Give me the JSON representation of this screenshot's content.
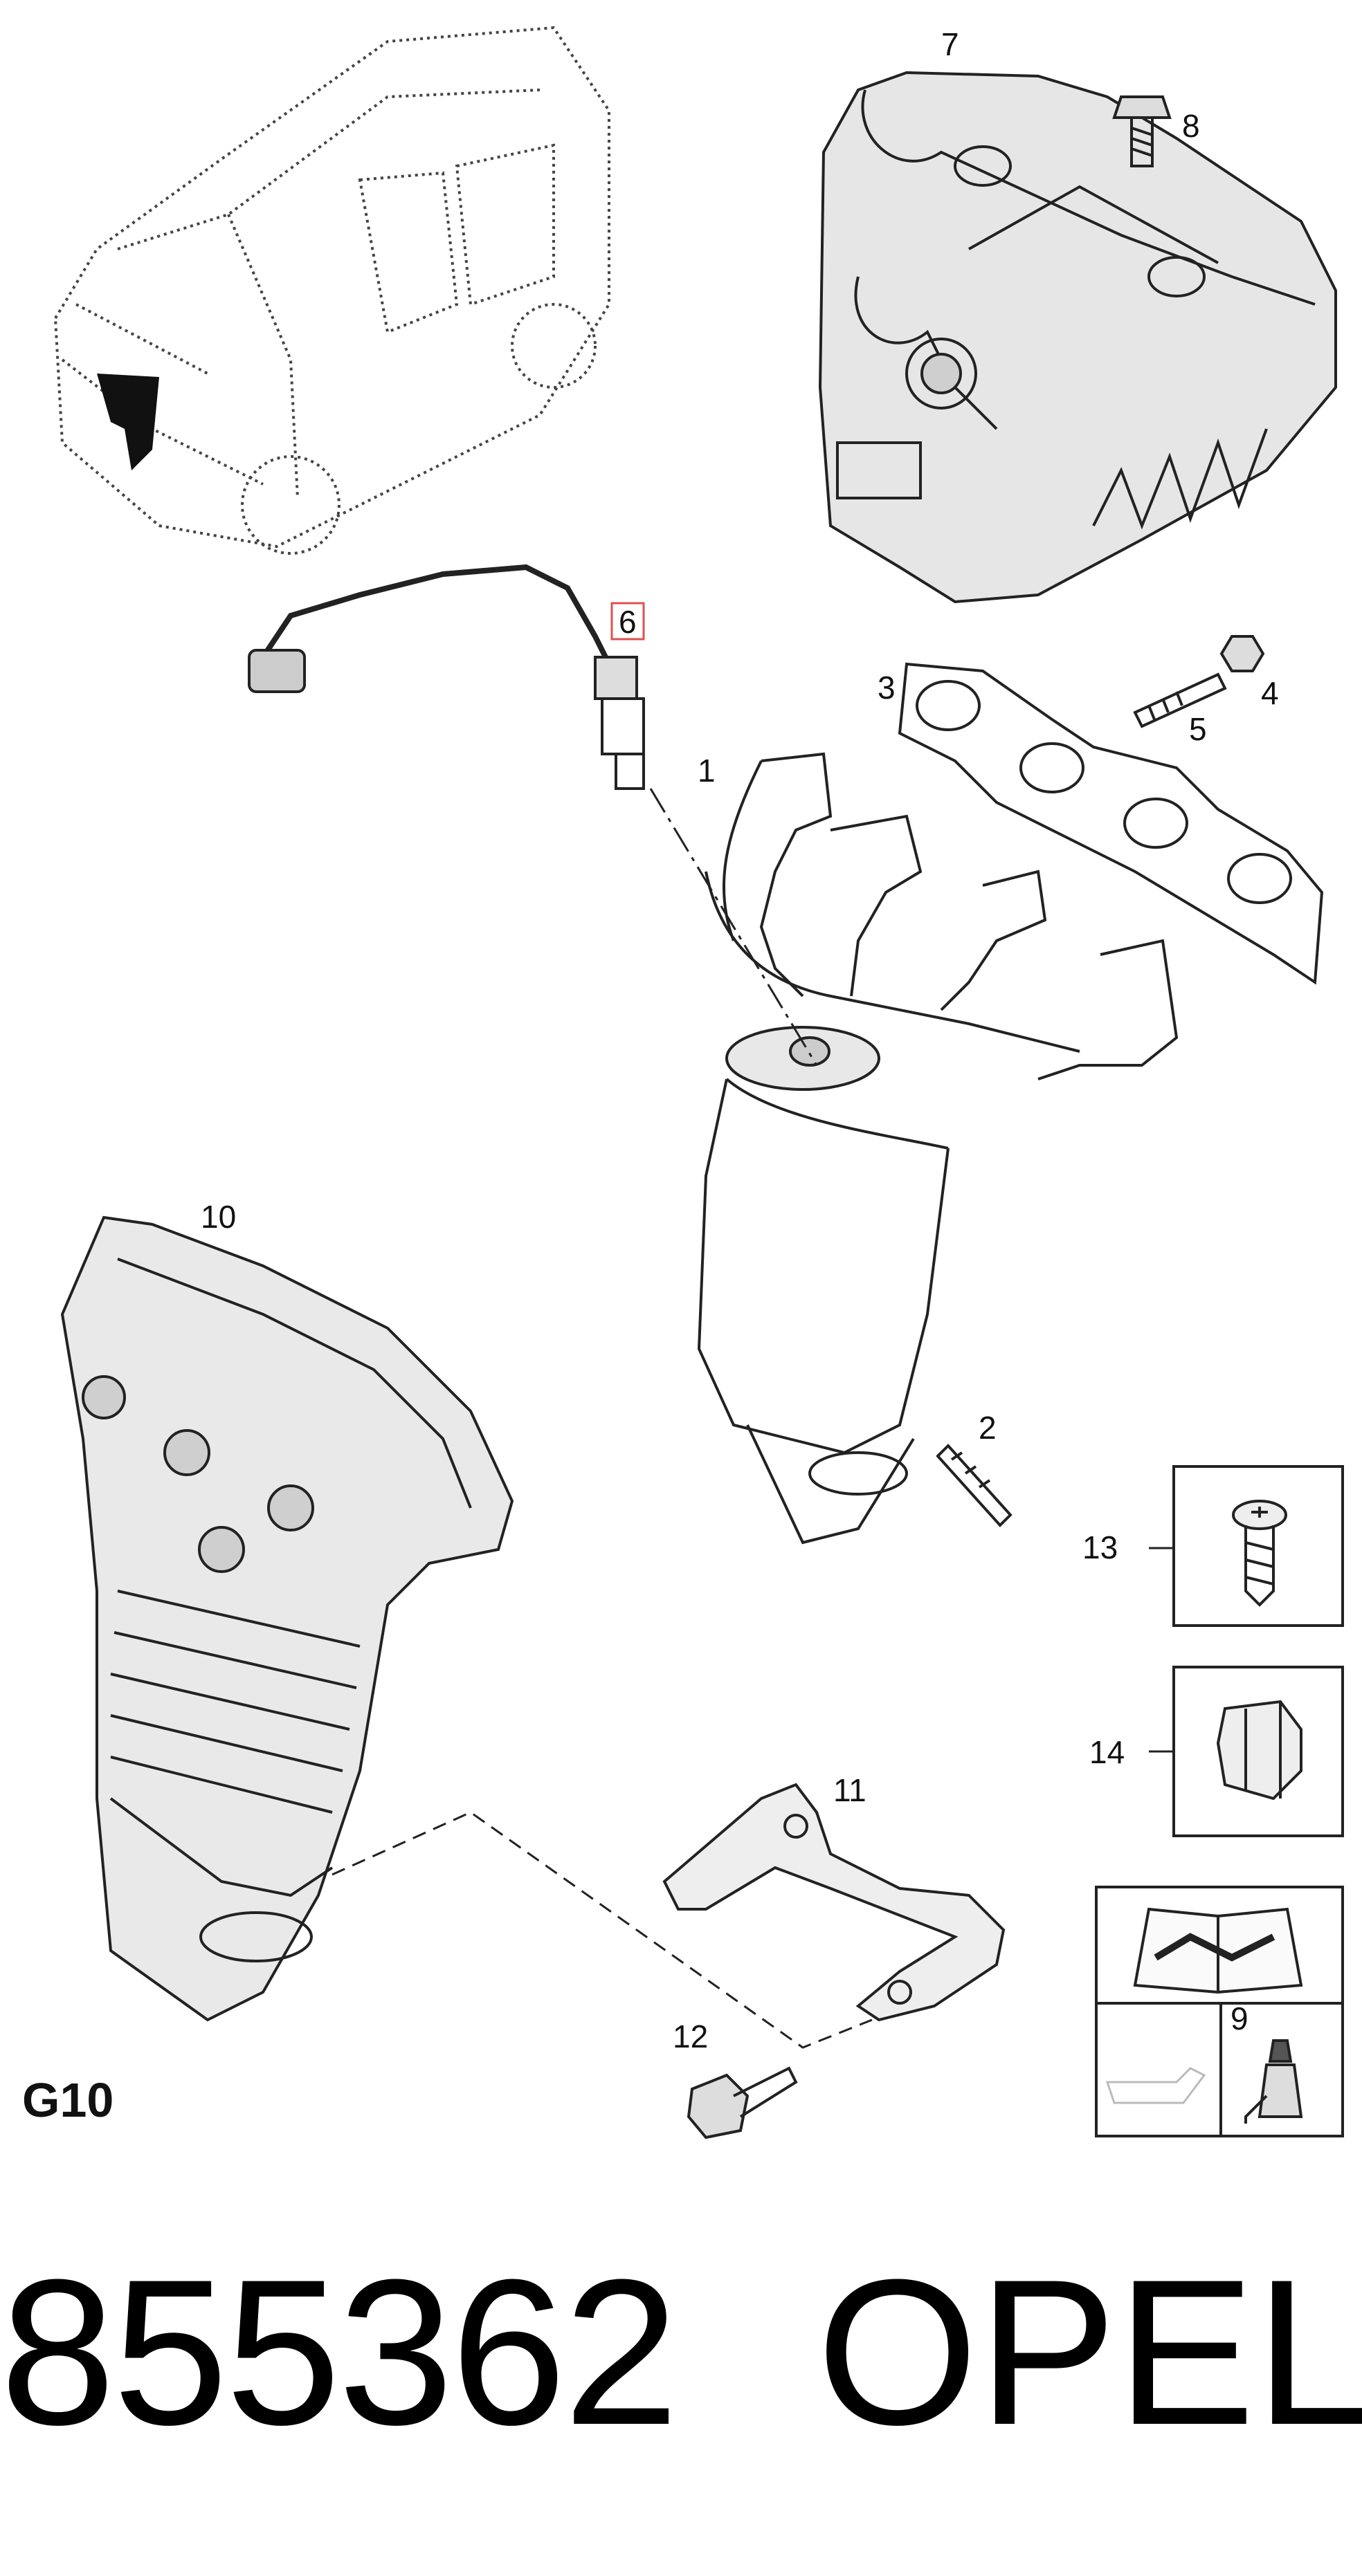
{
  "diagram": {
    "section_code": "G10",
    "highlighted_callout": "6",
    "callouts": [
      "1",
      "2",
      "3",
      "4",
      "5",
      "6",
      "7",
      "8",
      "9",
      "10",
      "11",
      "12",
      "13",
      "14"
    ],
    "icons": {
      "manual": "repair-manual-icon",
      "oil": "oil-can-icon",
      "sealant": "sealant-tube-icon"
    },
    "colors": {
      "line": "#222222",
      "highlight": "#e05050",
      "shade": "#cccccc"
    }
  },
  "footer": {
    "part_number": "855362",
    "brand": "OPEL"
  }
}
